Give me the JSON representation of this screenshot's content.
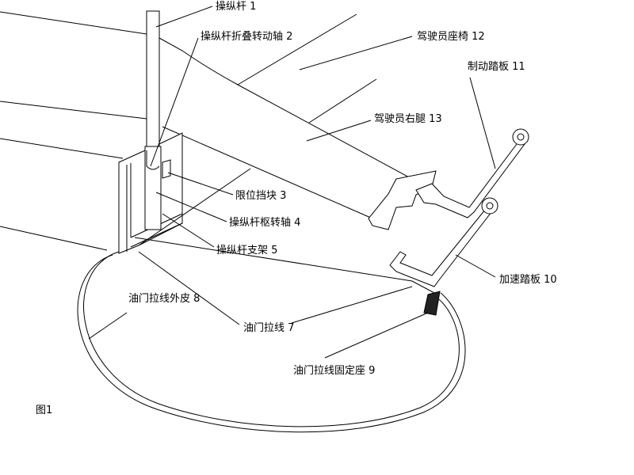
{
  "figure_label": "图1",
  "labels": {
    "lever": "操纵杆 1",
    "fold_axis": "操纵杆折叠转动轴 2",
    "seat": "驾驶员座椅 12",
    "brake_pedal": "制动踏板 11",
    "right_leg": "驾驶员右腿 13",
    "stop_block": "限位挡块 3",
    "pivot_axis": "操纵杆枢转轴 4",
    "bracket": "操纵杆支架 5",
    "accel_pedal": "加速踏板 10",
    "cable_sheath": "油门拉线外皮 8",
    "cable": "油门拉线 7",
    "cable_mount": "油门拉线固定座 9"
  }
}
